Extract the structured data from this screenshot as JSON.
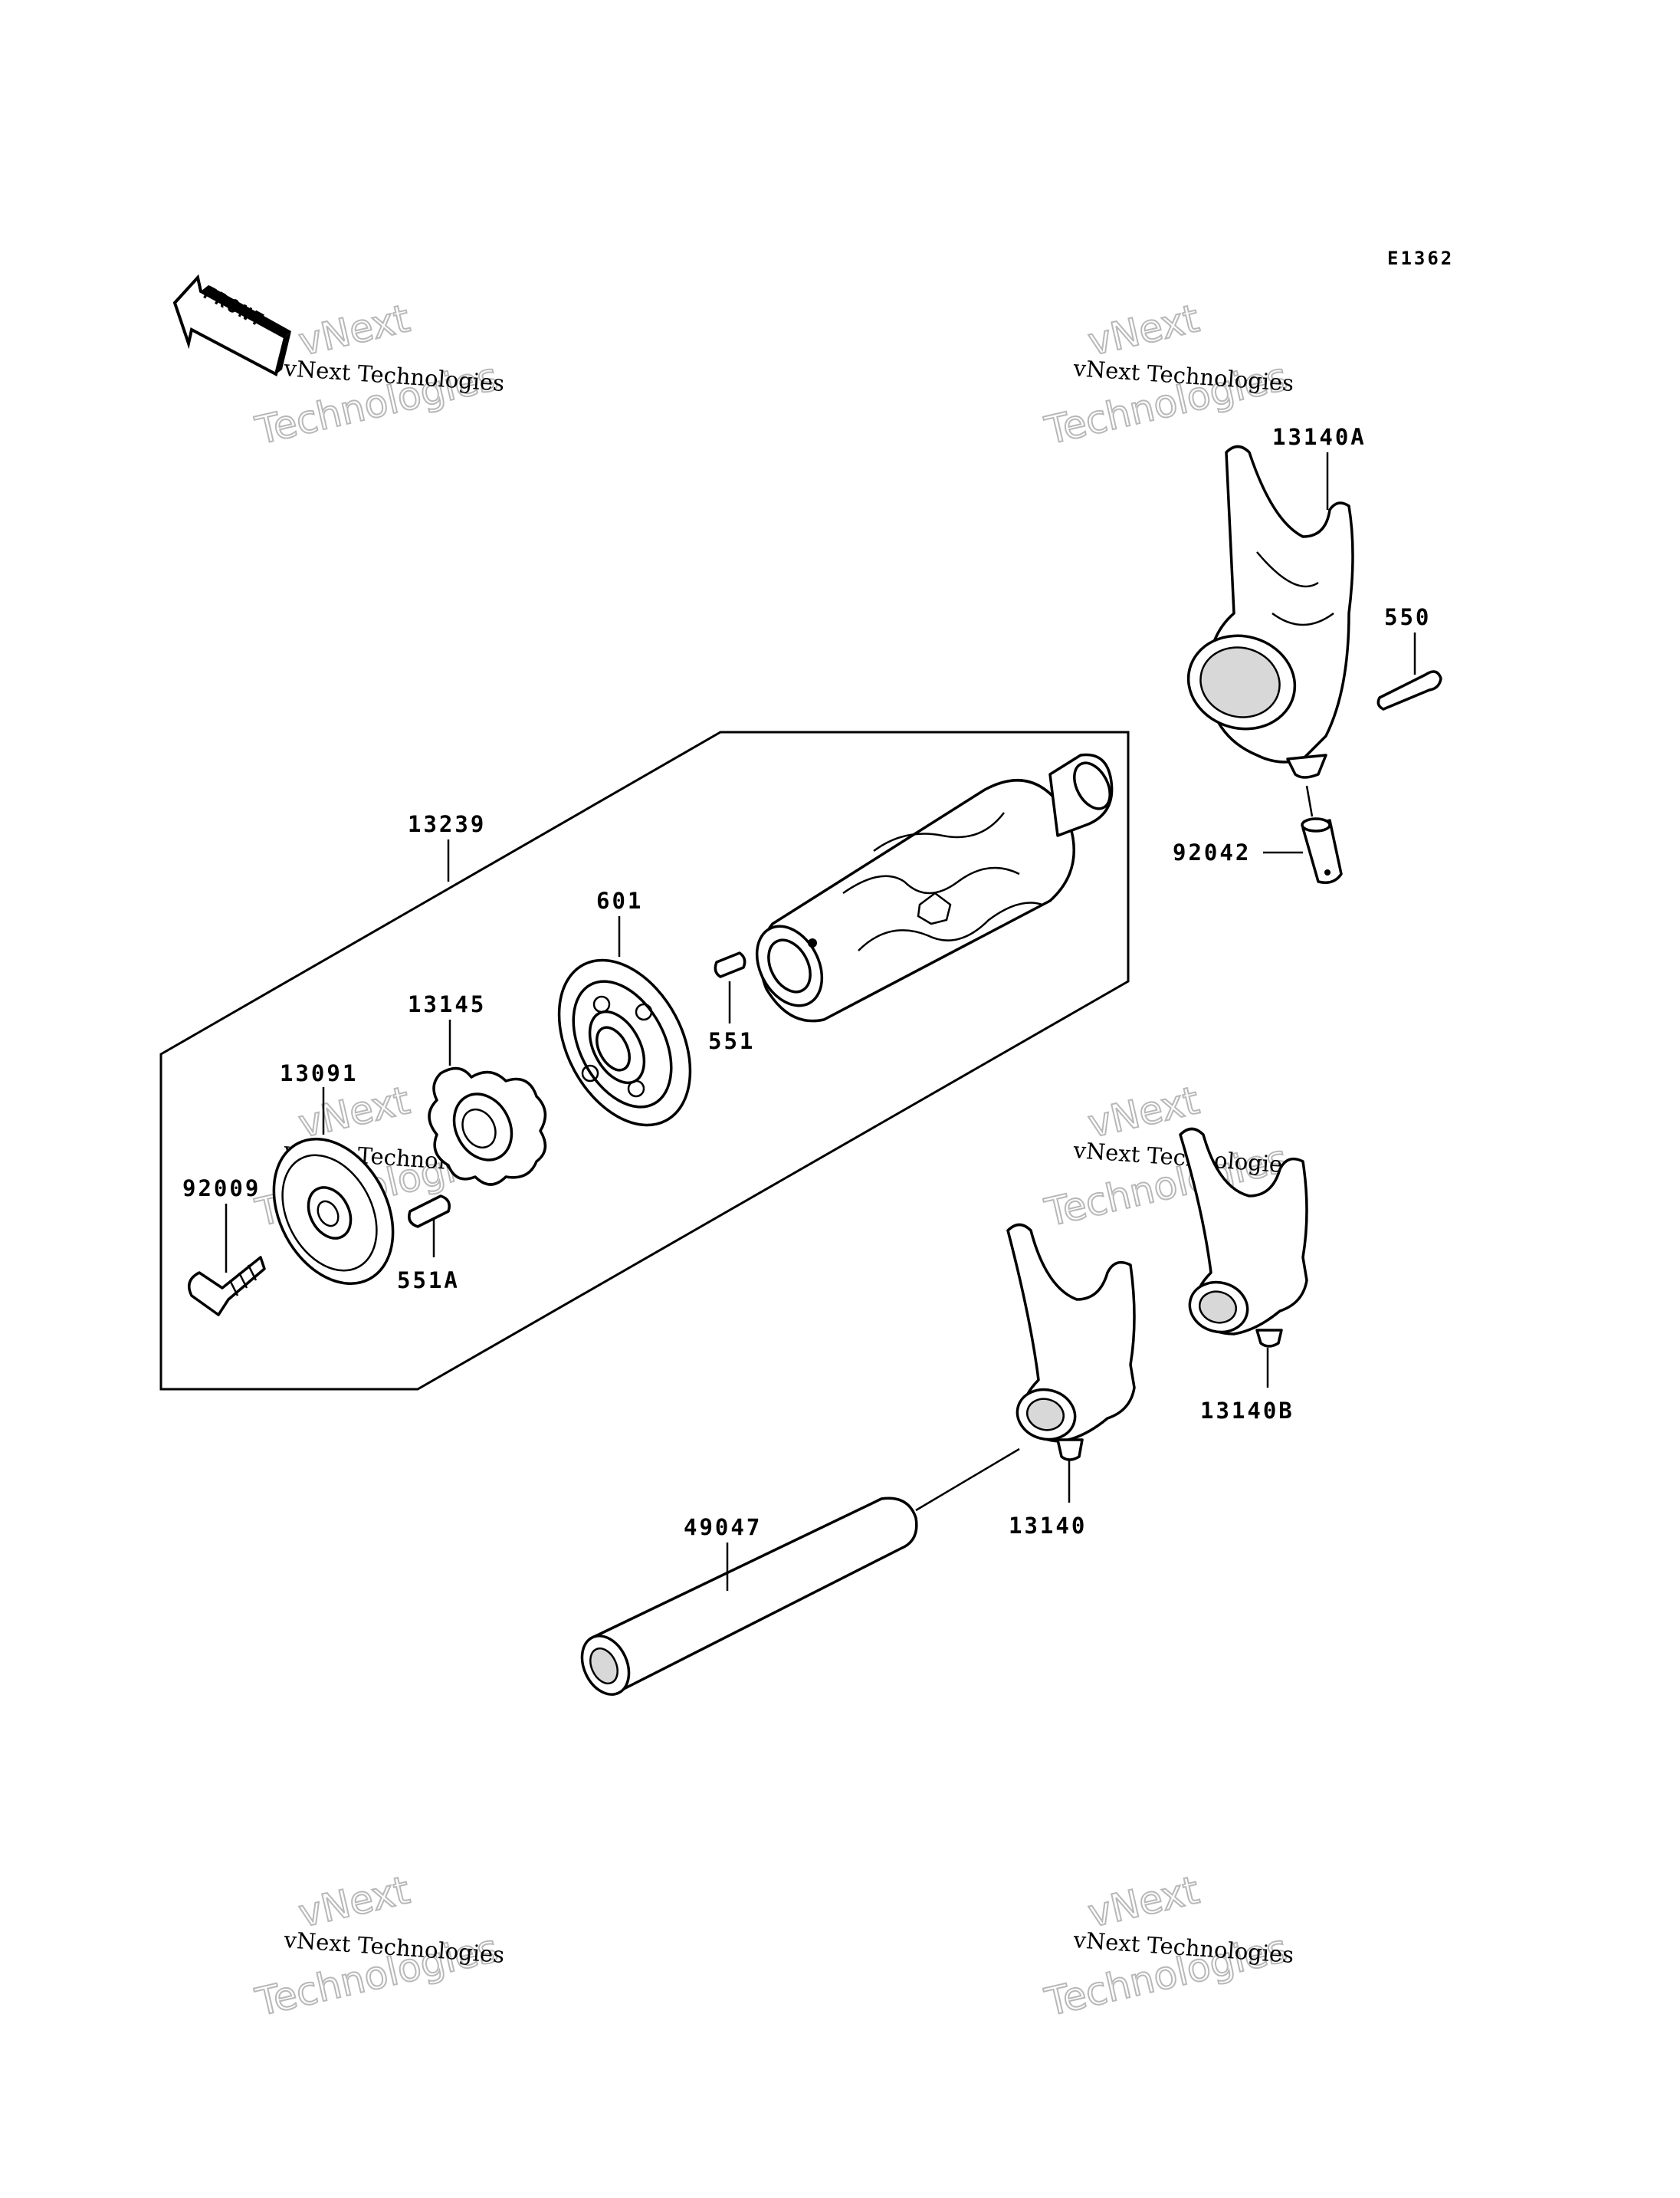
{
  "diagram_code": "E1362",
  "front_label": "FRONT",
  "watermark": {
    "line_small": "vNext Technologies",
    "line_big_1": "vNext",
    "line_big_2": "Technologies"
  },
  "callouts": {
    "c13239": "13239",
    "c601": "601",
    "c13145": "13145",
    "c13091": "13091",
    "c92009": "92009",
    "c551": "551",
    "c551A": "551A",
    "c13140A": "13140A",
    "c550": "550",
    "c92042": "92042",
    "c13140B": "13140B",
    "c13140": "13140",
    "c49047": "49047"
  }
}
